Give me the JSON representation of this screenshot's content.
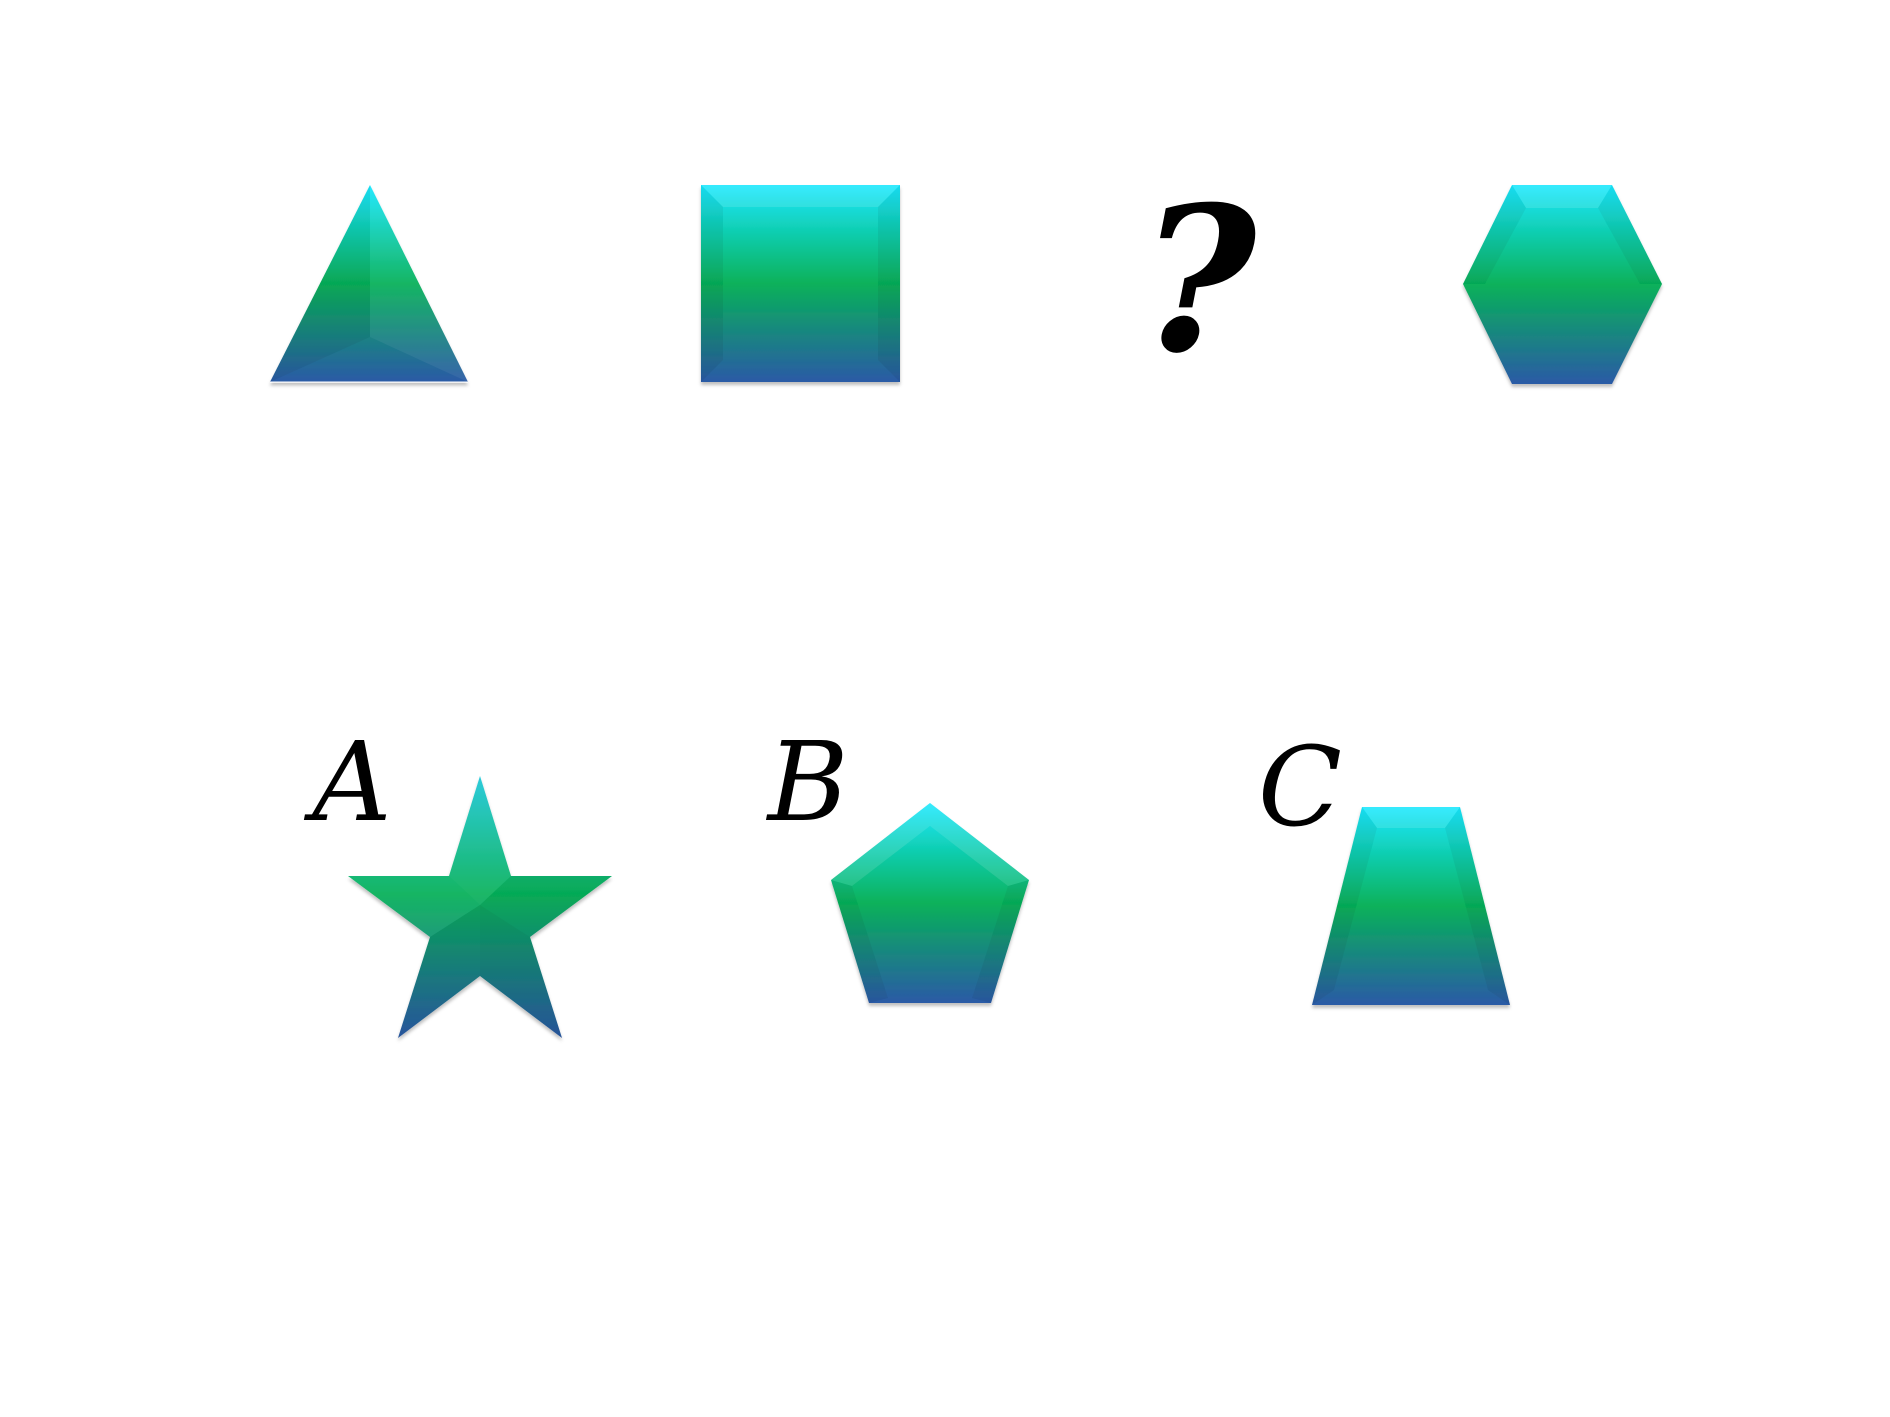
{
  "sequence": {
    "items": [
      {
        "kind": "shape",
        "shape": "triangle",
        "sides": 3
      },
      {
        "kind": "shape",
        "shape": "square",
        "sides": 4
      },
      {
        "kind": "unknown",
        "text": "?"
      },
      {
        "kind": "shape",
        "shape": "hexagon",
        "sides": 6
      }
    ]
  },
  "options": [
    {
      "label": "A",
      "shape": "star"
    },
    {
      "label": "B",
      "shape": "pentagon",
      "sides": 5
    },
    {
      "label": "C",
      "shape": "trapezoid",
      "sides": 4
    }
  ],
  "colors": {
    "gradient_top": "#19e8ff",
    "gradient_mid": "#07b15a",
    "gradient_bottom": "#2b5aa6",
    "edge_light": "#e6fbff",
    "edge_dark": "#0b4a5a",
    "label": "#000000",
    "background": "#ffffff"
  }
}
